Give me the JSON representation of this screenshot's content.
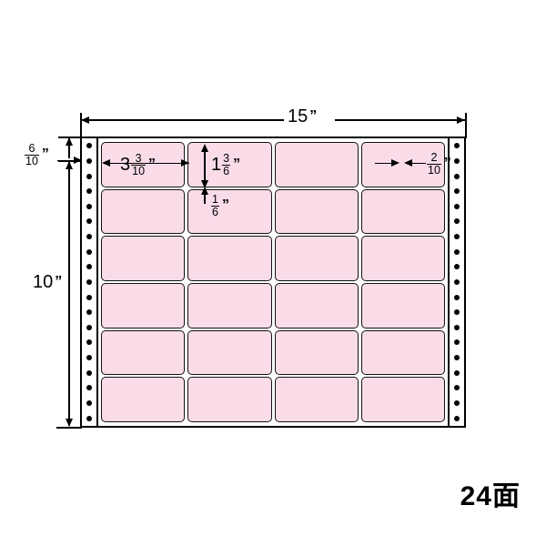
{
  "sheet": {
    "columns": 4,
    "rows": 6,
    "total_labels": 24,
    "label_color": "#fadce9",
    "sprocket_holes_per_side": 19
  },
  "dimensions": {
    "overall_width": {
      "value": "15",
      "unit": "”"
    },
    "overall_height": {
      "value": "10",
      "unit": "”"
    },
    "top_margin": {
      "whole": "",
      "num": "6",
      "den": "10",
      "unit": "”"
    },
    "label_width": {
      "whole": "3",
      "num": "3",
      "den": "10",
      "unit": "”"
    },
    "label_height": {
      "whole": "1",
      "num": "3",
      "den": "6",
      "unit": "”"
    },
    "row_gap": {
      "whole": "",
      "num": "1",
      "den": "6",
      "unit": "”"
    },
    "column_gap": {
      "whole": "",
      "num": "2",
      "den": "10",
      "unit": "”"
    }
  },
  "footer": {
    "count_label": "24面"
  }
}
